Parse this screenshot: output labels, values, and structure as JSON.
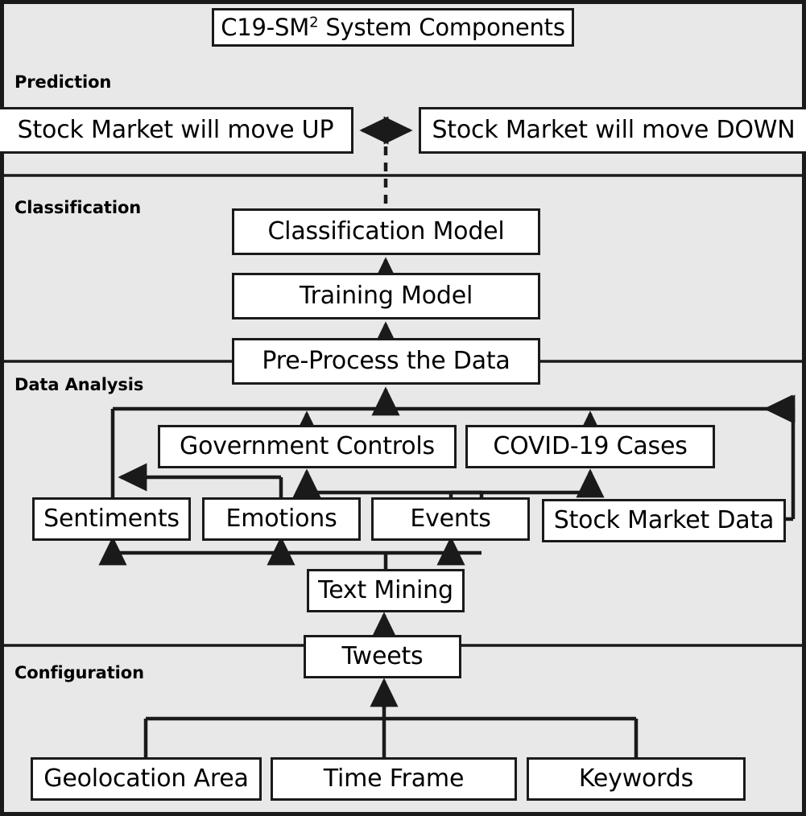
{
  "diagram": {
    "title_prefix": "C19-SM",
    "title_sup": "2",
    "title_suffix": " System Components",
    "title_full": "C19-SM2 System Components",
    "type": "flowchart",
    "outer_border_color": "#1a1a1a",
    "band_background": "#e8e8e8",
    "node_background": "#ffffff",
    "node_border_color": "#1a1a1a",
    "bands": [
      {
        "id": "prediction",
        "label": "Prediction"
      },
      {
        "id": "classification",
        "label": "Classification"
      },
      {
        "id": "data-analysis",
        "label": "Data Analysis"
      },
      {
        "id": "configuration",
        "label": "Configuration"
      }
    ],
    "nodes": {
      "title": "C19-SM2 System Components",
      "up": "Stock Market will move UP",
      "down": "Stock Market will move DOWN",
      "classification_model": "Classification Model",
      "training_model": "Training Model",
      "preprocess": "Pre-Process the Data",
      "government_controls": "Government Controls",
      "covid_cases": "COVID-19 Cases",
      "sentiments": "Sentiments",
      "emotions": "Emotions",
      "events": "Events",
      "stock_market_data": "Stock Market Data",
      "text_mining": "Text Mining",
      "tweets": "Tweets",
      "geolocation": "Geolocation Area",
      "time_frame": "Time Frame",
      "keywords": "Keywords"
    },
    "edges": [
      {
        "from": "classification_model",
        "to": "prediction-split",
        "style": "dashed",
        "arrow": "both-ends"
      },
      {
        "from": "training_model",
        "to": "classification_model",
        "style": "solid",
        "arrow": "end"
      },
      {
        "from": "preprocess",
        "to": "training_model",
        "style": "solid",
        "arrow": "end"
      },
      {
        "from": "analysis-bus",
        "to": "preprocess",
        "style": "solid",
        "arrow": "end"
      },
      {
        "from": "government_controls",
        "to": "analysis-bus",
        "style": "solid",
        "arrow": "end"
      },
      {
        "from": "covid_cases",
        "to": "analysis-bus",
        "style": "solid",
        "arrow": "end"
      },
      {
        "from": "stock_market_data",
        "to": "analysis-bus",
        "style": "solid",
        "arrow": "end"
      },
      {
        "from": "emotions",
        "to": "government_controls",
        "style": "solid",
        "arrow": "end"
      },
      {
        "from": "events",
        "to": "covid_cases",
        "style": "solid",
        "arrow": "end"
      },
      {
        "from": "emotions",
        "to": "sentiments-feed",
        "style": "solid",
        "arrow": "end"
      },
      {
        "from": "text_mining",
        "to": "sentiments",
        "style": "solid",
        "arrow": "end"
      },
      {
        "from": "text_mining",
        "to": "emotions",
        "style": "solid",
        "arrow": "end"
      },
      {
        "from": "text_mining",
        "to": "events",
        "style": "solid",
        "arrow": "end"
      },
      {
        "from": "tweets",
        "to": "text_mining",
        "style": "solid",
        "arrow": "end"
      },
      {
        "from": "geolocation",
        "to": "tweets",
        "style": "solid",
        "arrow": "end"
      },
      {
        "from": "time_frame",
        "to": "tweets",
        "style": "solid",
        "arrow": "end"
      },
      {
        "from": "keywords",
        "to": "tweets",
        "style": "solid",
        "arrow": "end"
      }
    ]
  }
}
